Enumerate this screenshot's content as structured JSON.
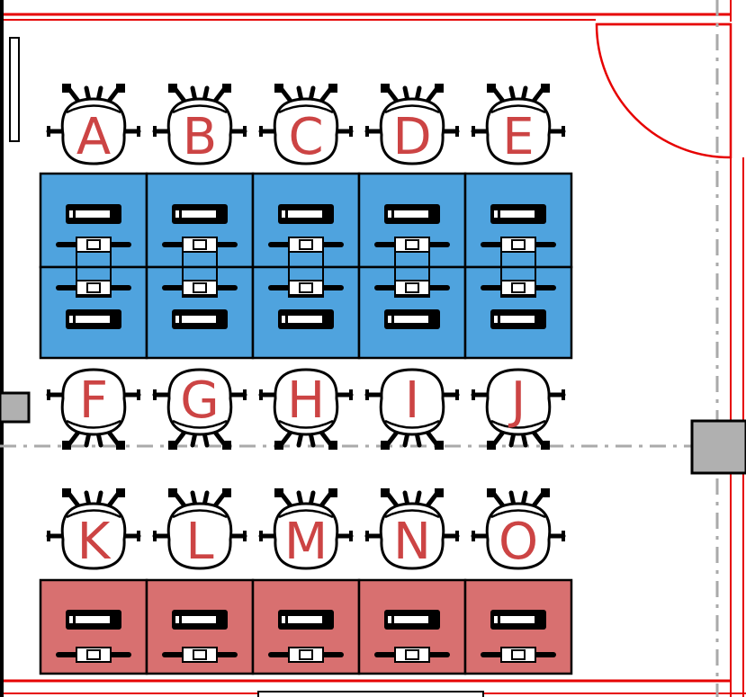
{
  "title": "",
  "colors": {
    "wall": "#e60000",
    "desk_blue": "#4fa3de",
    "desk_red": "#d87070",
    "letter": "#cc4444",
    "outline": "#000000",
    "guide": "#aaaaaa",
    "column": "#b0b0b0"
  },
  "seats": {
    "row1": [
      "A",
      "B",
      "C",
      "D",
      "E"
    ],
    "row2": [
      "F",
      "G",
      "H",
      "I",
      "J"
    ],
    "row3": [
      "K",
      "L",
      "M",
      "N",
      "O"
    ]
  },
  "desk_groups": [
    {
      "name": "blue-desk-block",
      "color": "desk_blue",
      "rows": 2,
      "cols": 5
    },
    {
      "name": "red-desk-block",
      "color": "desk_red",
      "rows": 1,
      "cols": 5
    }
  ]
}
